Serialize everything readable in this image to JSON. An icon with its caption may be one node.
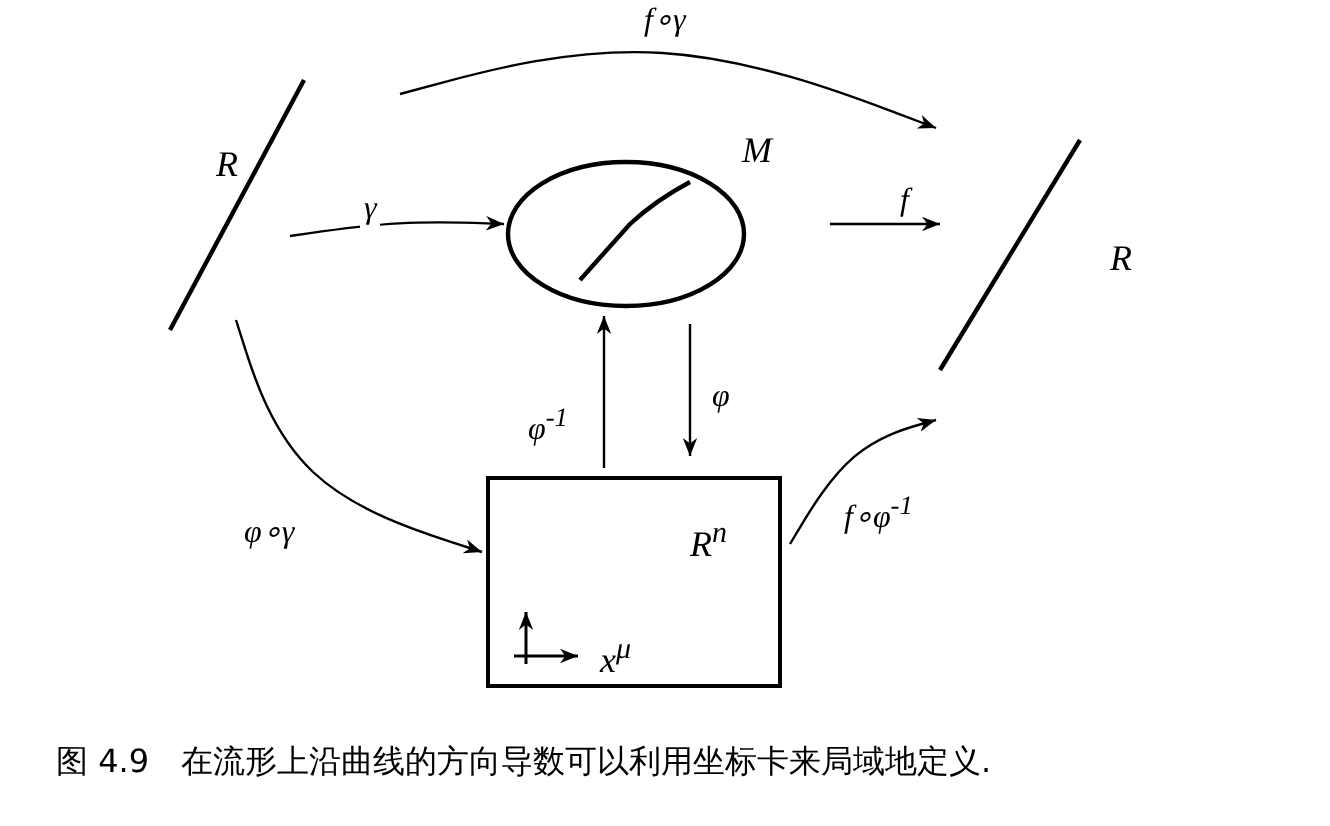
{
  "diagram": {
    "caption": "图 4.9　在流形上沿曲线的方向导数可以利用坐标卡来局域地定义.",
    "nodes": [
      {
        "text": [
          "R"
        ]
      },
      {
        "text": [
          "M"
        ]
      },
      {
        "text": [
          "R"
        ]
      },
      {
        "text": [
          "R$^{n}$",
          "x$^{μ}$"
        ]
      }
    ],
    "edges": [
      {
        "from": 0,
        "to": 2,
        "arrow": "to",
        "label": "f∘γ"
      },
      {
        "from": 0,
        "to": 1,
        "arrow": "to",
        "label": "γ"
      },
      {
        "from": 1,
        "to": 2,
        "arrow": "to",
        "label": "f"
      },
      {
        "from": 3,
        "to": 1,
        "arrow": "to",
        "label": "φ$^{-1}$"
      },
      {
        "from": 1,
        "to": 3,
        "arrow": "to",
        "label": "φ"
      },
      {
        "from": 0,
        "to": 3,
        "arrow": "to",
        "label": "φ∘γ"
      },
      {
        "from": 3,
        "to": 2,
        "arrow": "to",
        "label": "f∘φ$^{-1}$"
      }
    ]
  }
}
